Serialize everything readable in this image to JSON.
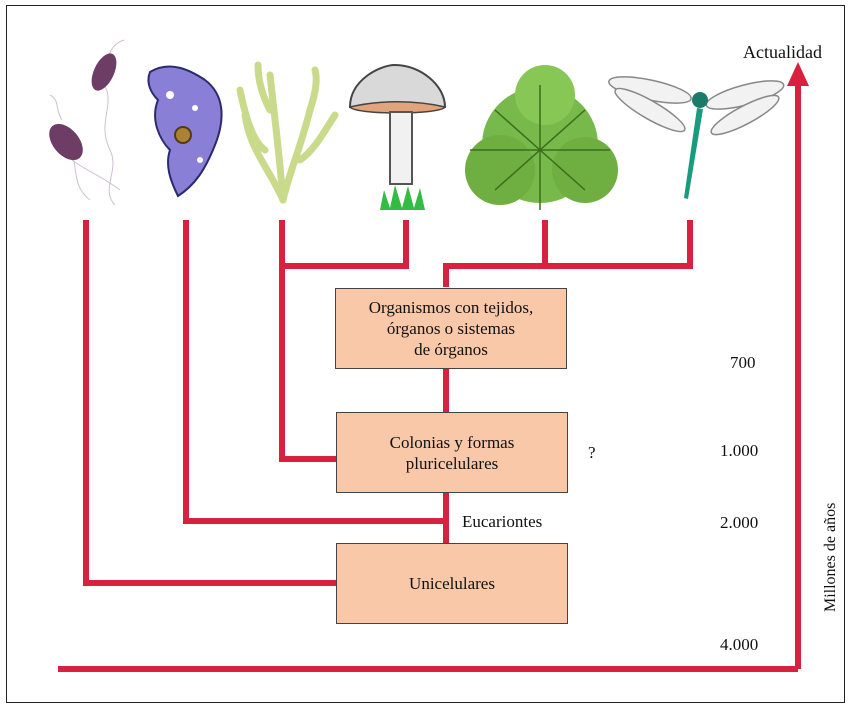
{
  "top_label": "Actualidad",
  "axis_label": "Millones de años",
  "time_ticks": [
    "700",
    "1.000",
    "2.000",
    "4.000"
  ],
  "boxes": {
    "tissues": "Organismos con tejidos,\nórganos o sistemas\nde órganos",
    "colonies": "Colonias y formas\npluricelulares",
    "unicellular": "Unicelulares"
  },
  "eukaryotes_label": "Eucariontes",
  "question_mark": "?",
  "organisms": [
    "bacteria-icon",
    "protist-icon",
    "algae-icon",
    "mushroom-icon",
    "fern-icon",
    "dragonfly-icon"
  ],
  "colors": {
    "line": "#d8203f",
    "box_fill": "#f8c8a8"
  }
}
